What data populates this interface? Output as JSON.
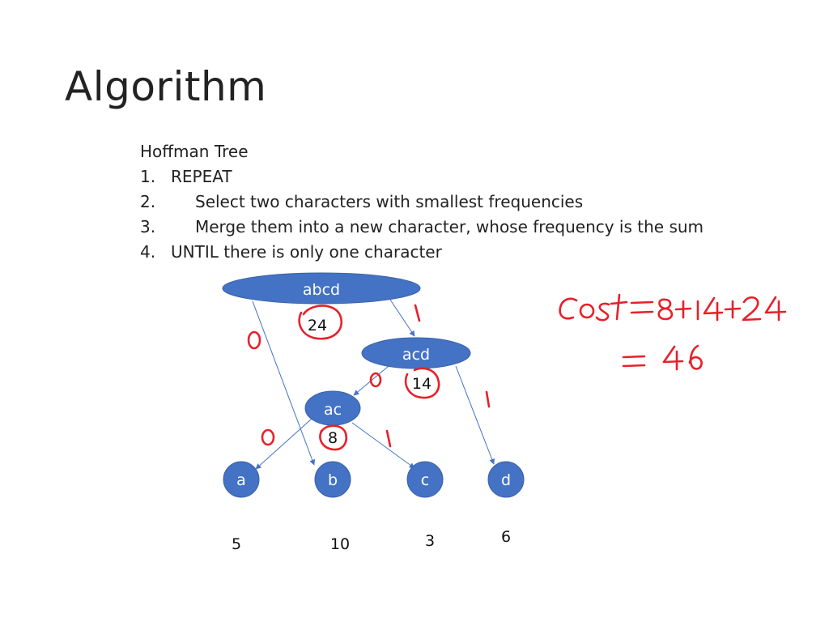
{
  "slide": {
    "title": "Algorithm",
    "subtitle": "Hoffman Tree",
    "steps": [
      {
        "num": "1.",
        "text": "REPEAT",
        "indent": false
      },
      {
        "num": "2.",
        "text": "Select two characters with smallest frequencies",
        "indent": true
      },
      {
        "num": "3.",
        "text": "Merge them into a new character, whose frequency is the sum",
        "indent": true
      },
      {
        "num": "4.",
        "text": "UNTIL there is only one character",
        "indent": false
      }
    ]
  },
  "tree": {
    "node_color": "#4472c4",
    "nodes": {
      "abcd": "abcd",
      "acd": "acd",
      "ac": "ac",
      "a": "a",
      "b": "b",
      "c": "c",
      "d": "d"
    },
    "merged_frequencies": {
      "abcd": "24",
      "acd": "14",
      "ac": "8"
    },
    "leaf_frequencies": {
      "a": "5",
      "b": "10",
      "c": "3",
      "d": "6"
    }
  },
  "annotations": {
    "ink_color": "#e8202a",
    "edge_bits": [
      "0",
      "1",
      "0",
      "1",
      "0",
      "1"
    ],
    "cost_line1": "Cost = 8+14+24",
    "cost_line2": "= 46"
  }
}
